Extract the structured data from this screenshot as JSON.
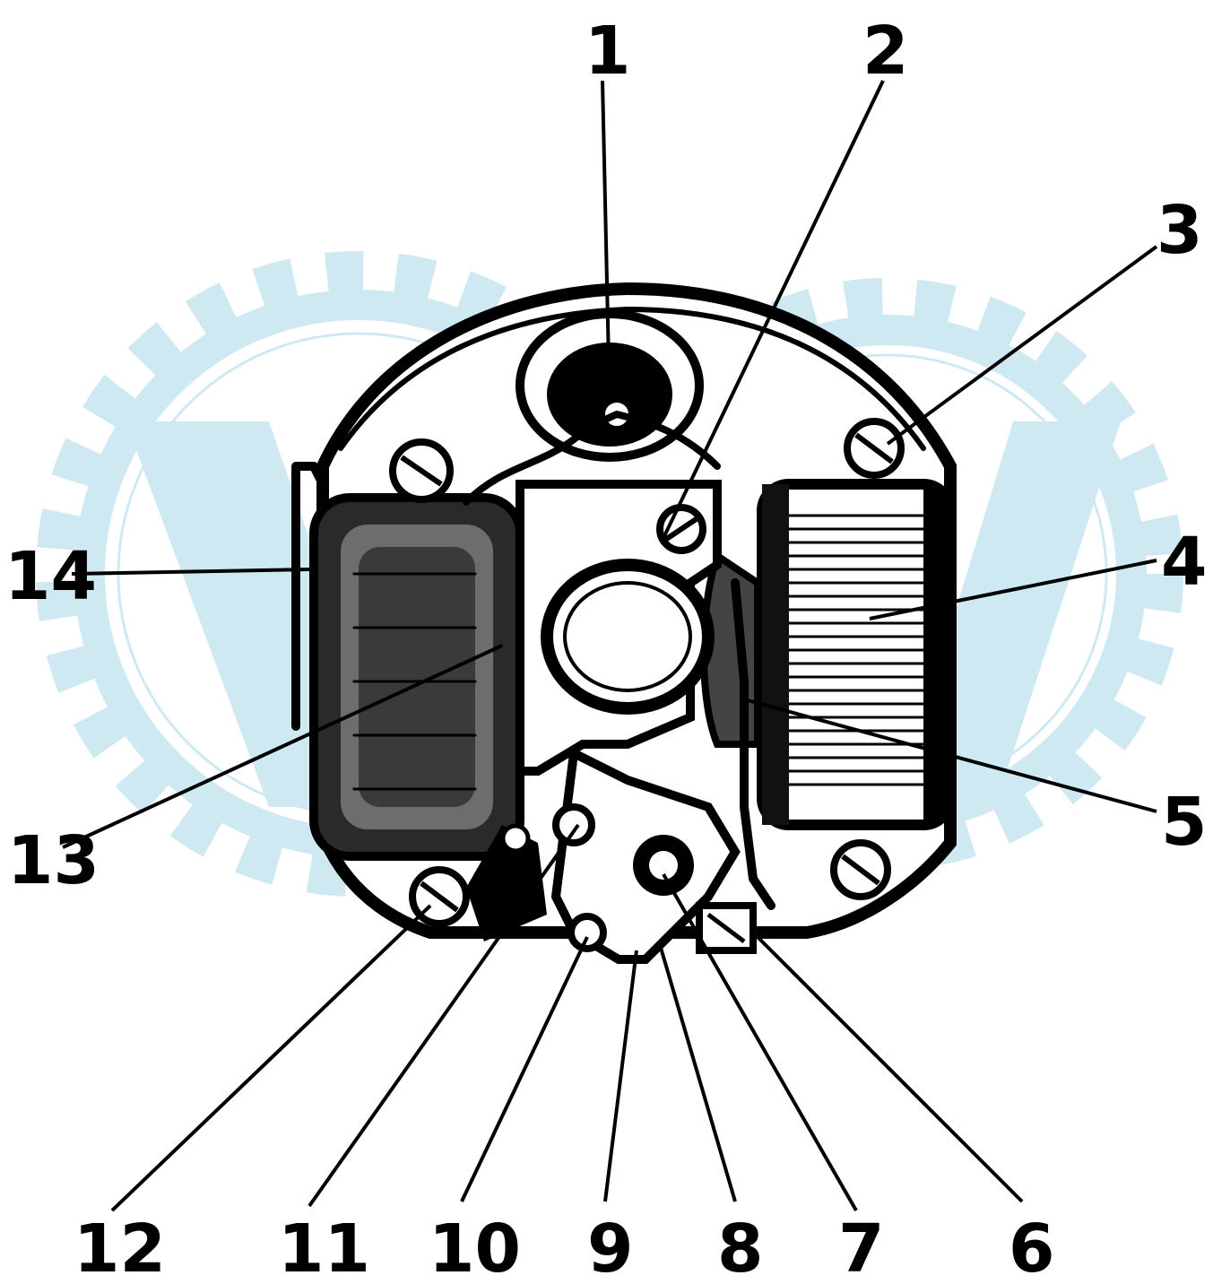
{
  "diagram": {
    "labels": [
      {
        "id": "1",
        "text": "1"
      },
      {
        "id": "2",
        "text": "2"
      },
      {
        "id": "3",
        "text": "3"
      },
      {
        "id": "4",
        "text": "4"
      },
      {
        "id": "5",
        "text": "5"
      },
      {
        "id": "6",
        "text": "6"
      },
      {
        "id": "7",
        "text": "7"
      },
      {
        "id": "8",
        "text": "8"
      },
      {
        "id": "9",
        "text": "9"
      },
      {
        "id": "10",
        "text": "10"
      },
      {
        "id": "11",
        "text": "11"
      },
      {
        "id": "12",
        "text": "12"
      },
      {
        "id": "13",
        "text": "13"
      },
      {
        "id": "14",
        "text": "14"
      }
    ]
  },
  "watermark": {
    "text": "VW",
    "color": "#cfe9f2",
    "icon": "gear-logo"
  },
  "colors": {
    "ink": "#000000",
    "paper": "#ffffff",
    "watermark": "#cfe9f2"
  }
}
